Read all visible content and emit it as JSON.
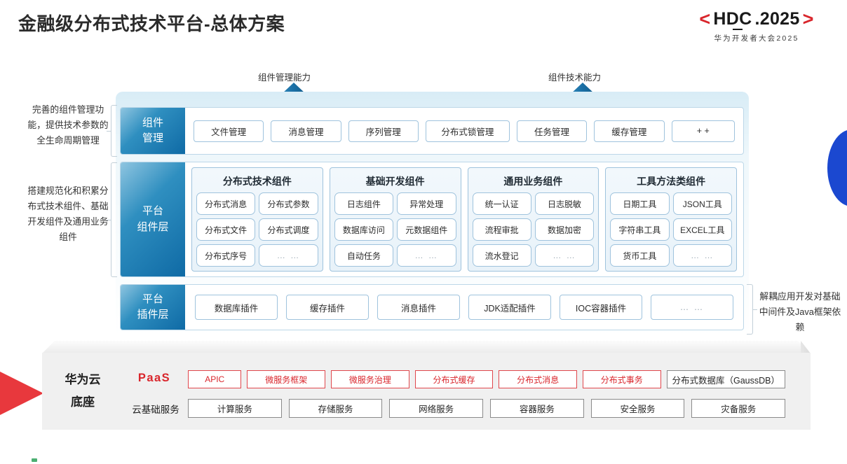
{
  "header": {
    "title": "金融级分布式技术平台-总体方案",
    "logo_left_bracket": "<",
    "logo_text_1": "HDC",
    "logo_text_2": ".2025",
    "logo_right_bracket": ">",
    "logo_subtitle": "华为开发者大会2025"
  },
  "arrows": [
    {
      "label": "组件管理能力",
      "name": "component-management-capability"
    },
    {
      "label": "组件技术能力",
      "name": "component-technical-capability"
    }
  ],
  "side_notes": {
    "note_management": "完善的组件管理功能，提供技术参数的全生命周期管理",
    "note_components": "搭建规范化和积累分布式技术组件、基础开发组件及通用业务组件",
    "note_plugin_right": "解耦应用开发对基础中间件及Java框架依赖"
  },
  "layers": {
    "management": {
      "tab_line1": "组件",
      "tab_line2": "管理",
      "items": [
        "文件管理",
        "消息管理",
        "序列管理",
        "分布式锁管理",
        "任务管理",
        "缓存管理",
        "+ +"
      ]
    },
    "components": {
      "tab_line1": "平台",
      "tab_line2": "组件层",
      "groups": [
        {
          "title": "分布式技术组件",
          "cells": [
            "分布式消息",
            "分布式参数",
            "分布式文件",
            "分布式调度",
            "分布式序号",
            "… …"
          ]
        },
        {
          "title": "基础开发组件",
          "cells": [
            "日志组件",
            "异常处理",
            "数据库访问",
            "元数据组件",
            "自动任务",
            "… …"
          ]
        },
        {
          "title": "通用业务组件",
          "cells": [
            "统一认证",
            "日志脱敏",
            "流程审批",
            "数据加密",
            "流水登记",
            "… …"
          ]
        },
        {
          "title": "工具方法类组件",
          "cells": [
            "日期工具",
            "JSON工具",
            "字符串工具",
            "EXCEL工具",
            "货币工具",
            "… …"
          ]
        }
      ]
    },
    "plugin": {
      "tab_line1": "平台",
      "tab_line2": "插件层",
      "items": [
        "数据库插件",
        "缓存插件",
        "消息插件",
        "JDK适配插件",
        "IOC容器插件",
        "… …"
      ]
    }
  },
  "base": {
    "title_line1": "华为云",
    "title_line2": "底座",
    "paas_label": "PaaS",
    "cloud_base_label": "云基础服务",
    "paas_items": [
      {
        "label": "APIC",
        "style": "red",
        "flex": 0.72
      },
      {
        "label": "微服务框架",
        "style": "red",
        "flex": 1.06
      },
      {
        "label": "微服务治理",
        "style": "red",
        "flex": 1.06
      },
      {
        "label": "分布式缓存",
        "style": "red",
        "flex": 1.06
      },
      {
        "label": "分布式消息",
        "style": "red",
        "flex": 1.06
      },
      {
        "label": "分布式事务",
        "style": "red",
        "flex": 1.06
      },
      {
        "label": "分布式数据库（GaussDB）",
        "style": "plain",
        "flex": 1.62
      }
    ],
    "cloud_items": [
      "计算服务",
      "存储服务",
      "网络服务",
      "容器服务",
      "安全服务",
      "灾备服务"
    ]
  },
  "colors": {
    "brand_red": "#d9262c",
    "brand_blue": "#0f6aa5",
    "accent_blue": "#1b48d0",
    "panel_gray": "#f0f0f0"
  }
}
